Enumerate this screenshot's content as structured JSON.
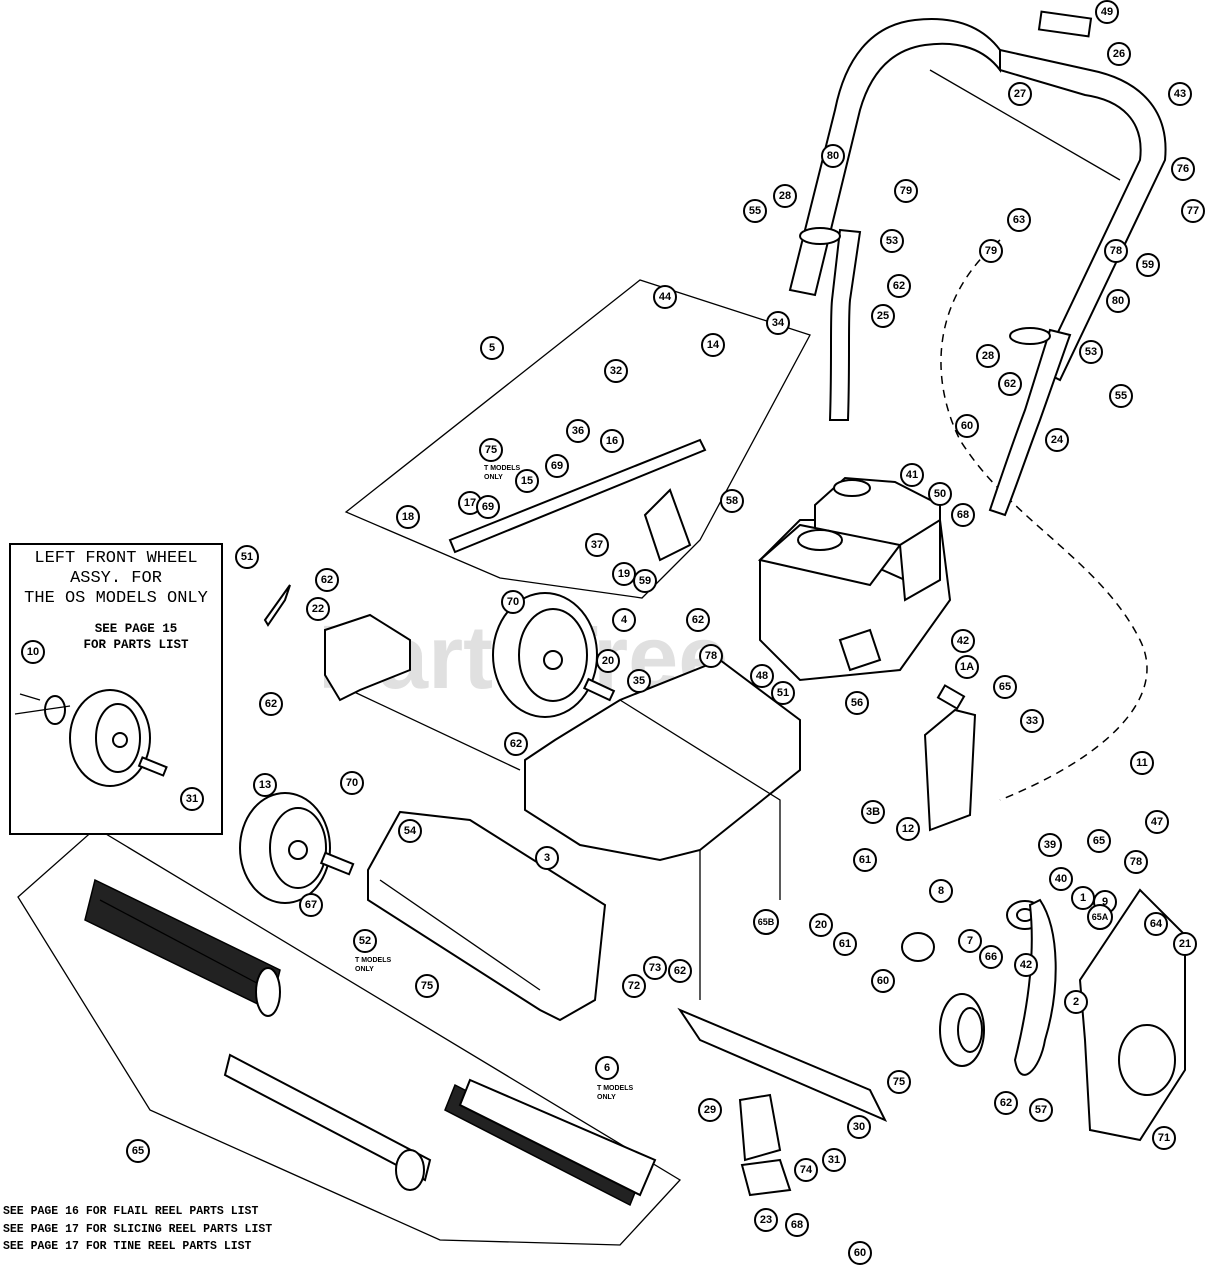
{
  "watermark": "PartsTree",
  "inset": {
    "title_lines": [
      "LEFT FRONT WHEEL",
      "ASSY. FOR",
      "THE OS MODELS ONLY"
    ],
    "note_lines": [
      "SEE PAGE 15",
      "FOR PARTS LIST"
    ]
  },
  "t_models_note": [
    "T MODELS",
    "ONLY"
  ],
  "footer_notes": [
    "SEE PAGE 16 FOR FLAIL REEL PARTS LIST",
    "SEE PAGE 17 FOR SLICING REEL PARTS LIST",
    "SEE PAGE 17 FOR TINE REEL PARTS LIST"
  ],
  "callouts": [
    "49",
    "26",
    "43",
    "27",
    "80",
    "76",
    "77",
    "79",
    "28",
    "53",
    "55",
    "63",
    "78",
    "59",
    "62",
    "25",
    "80",
    "79",
    "53",
    "28",
    "62",
    "55",
    "44",
    "34",
    "5",
    "14",
    "32",
    "24",
    "60",
    "68",
    "75",
    "36",
    "16",
    "69",
    "15",
    "58",
    "18",
    "17",
    "69",
    "37",
    "19",
    "59",
    "41",
    "50",
    "51",
    "62",
    "22",
    "70",
    "4",
    "20",
    "62",
    "62",
    "78",
    "42",
    "1A",
    "65",
    "48",
    "35",
    "51",
    "56",
    "62",
    "12",
    "33",
    "11",
    "3B",
    "54",
    "13",
    "70",
    "3",
    "61",
    "39",
    "65",
    "47",
    "78",
    "67",
    "20",
    "61",
    "8",
    "40",
    "1",
    "9",
    "65A",
    "65B",
    "60",
    "7",
    "64",
    "21",
    "52",
    "75",
    "72",
    "73",
    "62",
    "66",
    "42",
    "2",
    "65",
    "6",
    "75",
    "29",
    "30",
    "31",
    "62",
    "57",
    "71",
    "74",
    "23",
    "68",
    "60",
    "10",
    "31",
    "21",
    "32"
  ]
}
